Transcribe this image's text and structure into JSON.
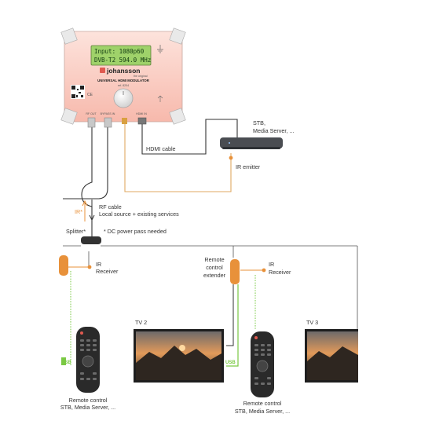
{
  "device": {
    "lcd_line1": "Input:   1080p60",
    "lcd_line2": "DVB-T2 594.0 MHz",
    "brand": "johansson",
    "brand_tagline": "the original",
    "product_name": "UNIVERSAL HDMI MODULATOR",
    "product_ref": "ref. 8204",
    "port_rf_out": "RF OUT",
    "port_bypass": "BYPASS IN",
    "port_hdmi": "HDMI IN"
  },
  "labels": {
    "stb_line1": "STB,",
    "stb_line2": "Media Server, ...",
    "hdmi_cable": "HDMI cable",
    "ir_emitter": "IR emitter",
    "ir_arrow": "IR*",
    "rf_cable": "RF cable",
    "local_source": "Local source + existing services",
    "splitter": "Splitter*",
    "dc_note": "* DC power pass needed",
    "ir_receiver_1_a": "IR",
    "ir_receiver_1_b": "Receiver",
    "ir_receiver_2_a": "IR",
    "ir_receiver_2_b": "Receiver",
    "extender_1": "Remote",
    "extender_2": "control",
    "extender_3": "extender",
    "tv2": "TV 2",
    "tv3": "TV 3",
    "usb_1": "USB",
    "usb_2": "USB",
    "remote_caption_1_a": "Remote control",
    "remote_caption_1_b": "STB, Media Server, ...",
    "remote_caption_2_a": "Remote control",
    "remote_caption_2_b": "STB, Media Server, ..."
  },
  "colors": {
    "accent_orange": "#e8913a",
    "ir_line": "#e0a860",
    "usb_green": "#7ac943",
    "cable_dark": "#333333",
    "device_red": "#e05a50"
  }
}
